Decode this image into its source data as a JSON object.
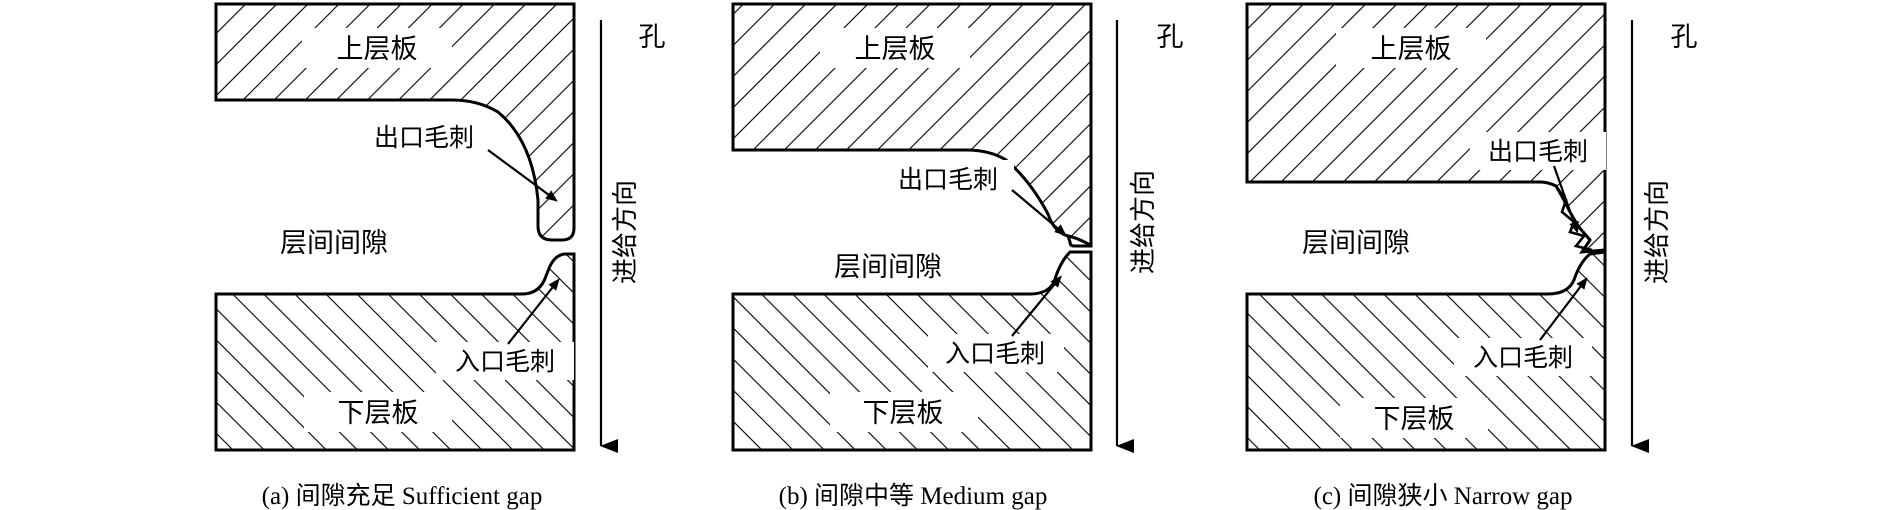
{
  "panels": [
    {
      "upper_plate": "上层板",
      "lower_plate": "下层板",
      "gap": "层间间隙",
      "exit_burr": "出口毛刺",
      "entry_burr": "入口毛刺",
      "hole": "孔",
      "feed_direction": "进给方向",
      "caption": "(a) 间隙充足 Sufficient gap"
    },
    {
      "upper_plate": "上层板",
      "lower_plate": "下层板",
      "gap": "层间间隙",
      "exit_burr": "出口毛刺",
      "entry_burr": "入口毛刺",
      "hole": "孔",
      "feed_direction": "进给方向",
      "caption": "(b) 间隙中等 Medium gap"
    },
    {
      "upper_plate": "上层板",
      "lower_plate": "下层板",
      "gap": "层间间隙",
      "exit_burr": "出口毛刺",
      "entry_burr": "入口毛刺",
      "hole": "孔",
      "feed_direction": "进给方向",
      "caption": "(c) 间隙狭小 Narrow gap"
    }
  ],
  "colors": {
    "ink": "#000000",
    "background": "#ffffff"
  }
}
